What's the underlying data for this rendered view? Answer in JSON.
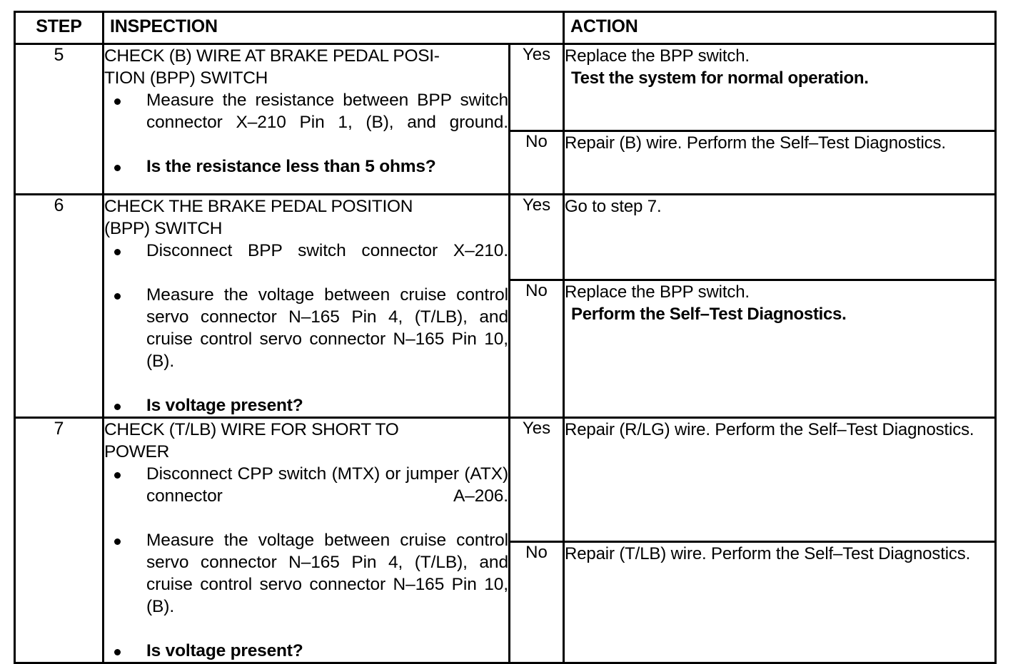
{
  "document": {
    "kind": "automotive-diagnostic-procedure-table",
    "columns": [
      "STEP",
      "INSPECTION",
      "ACTION"
    ]
  },
  "header": {
    "step": "STEP",
    "inspection": "INSPECTION",
    "action": "ACTION"
  },
  "rows": [
    {
      "step": "5",
      "inspection": {
        "title": "CHECK (B) WIRE AT BRAKE PEDAL POSI-\nTION (BPP) SWITCH",
        "bullets": [
          {
            "text": "Measure the resistance between BPP switch connector X–210 Pin 1, (B), and ground.",
            "bold": false
          },
          {
            "text": "Is the resistance less than 5 ohms?",
            "bold": true
          }
        ]
      },
      "results": [
        {
          "label": "Yes",
          "lines": [
            {
              "text": "Replace the BPP switch.",
              "bold": false,
              "indent": false
            },
            {
              "text": "Test the system for normal operation.",
              "bold": true,
              "indent": true
            }
          ]
        },
        {
          "label": "No",
          "lines": [
            {
              "text": "Repair (B) wire. Perform the Self–Test Diagnostics.",
              "bold": false,
              "indent": false
            }
          ]
        }
      ]
    },
    {
      "step": "6",
      "inspection": {
        "title": "CHECK THE BRAKE PEDAL POSITION\n(BPP) SWITCH",
        "bullets": [
          {
            "text": "Disconnect BPP switch connector X–210.",
            "bold": false
          },
          {
            "text": "Measure the voltage between cruise control servo connector N–165 Pin 4, (T/LB), and cruise control servo connector N–165 Pin 10, (B).",
            "bold": false
          },
          {
            "text": "Is voltage present?",
            "bold": true
          }
        ]
      },
      "results": [
        {
          "label": "Yes",
          "lines": [
            {
              "text": "Go to step 7.",
              "bold": false,
              "indent": false
            }
          ]
        },
        {
          "label": "No",
          "lines": [
            {
              "text": "Replace the BPP switch.",
              "bold": false,
              "indent": false
            },
            {
              "text": "Perform the Self–Test Diagnostics.",
              "bold": true,
              "indent": true
            }
          ]
        }
      ]
    },
    {
      "step": "7",
      "inspection": {
        "title": "CHECK (T/LB) WIRE FOR SHORT TO\nPOWER",
        "bullets": [
          {
            "text": "Disconnect CPP switch (MTX) or jumper (ATX) connector A–206.",
            "bold": false
          },
          {
            "text": "Measure the voltage between cruise control servo connector N–165 Pin 4, (T/LB), and cruise control servo connector N–165 Pin 10, (B).",
            "bold": false
          },
          {
            "text": "Is voltage present?",
            "bold": true
          }
        ]
      },
      "results": [
        {
          "label": "Yes",
          "lines": [
            {
              "text": "Repair (R/LG) wire. Perform the Self–Test Diagnostics.",
              "bold": false,
              "indent": false
            }
          ]
        },
        {
          "label": "No",
          "lines": [
            {
              "text": "Repair (T/LB) wire. Perform the Self–Test Diagnostics.",
              "bold": false,
              "indent": false
            }
          ]
        }
      ]
    }
  ],
  "colors": {
    "ink": "#000000",
    "paper": "#ffffff"
  }
}
